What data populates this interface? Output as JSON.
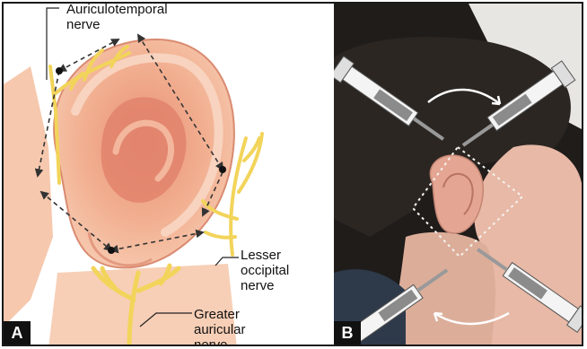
{
  "panel_a": {
    "letter": "A",
    "labels": {
      "auriculotemporal": [
        "Auriculotemporal",
        "nerve"
      ],
      "lesser_occipital": [
        "Lesser",
        "occipital",
        "nerve"
      ],
      "greater_auricular": [
        "Greater",
        "auricular",
        "nerve"
      ]
    },
    "colors": {
      "skin": "#f2b192",
      "nerve": "#f2d45a",
      "arrow": "#333333"
    }
  },
  "panel_b": {
    "letter": "B",
    "colors": {
      "background": "#1f1c1a",
      "hair": "#2b2622",
      "skin": "#e7b9a6",
      "dotted_outline": "#f6f2ee"
    }
  }
}
